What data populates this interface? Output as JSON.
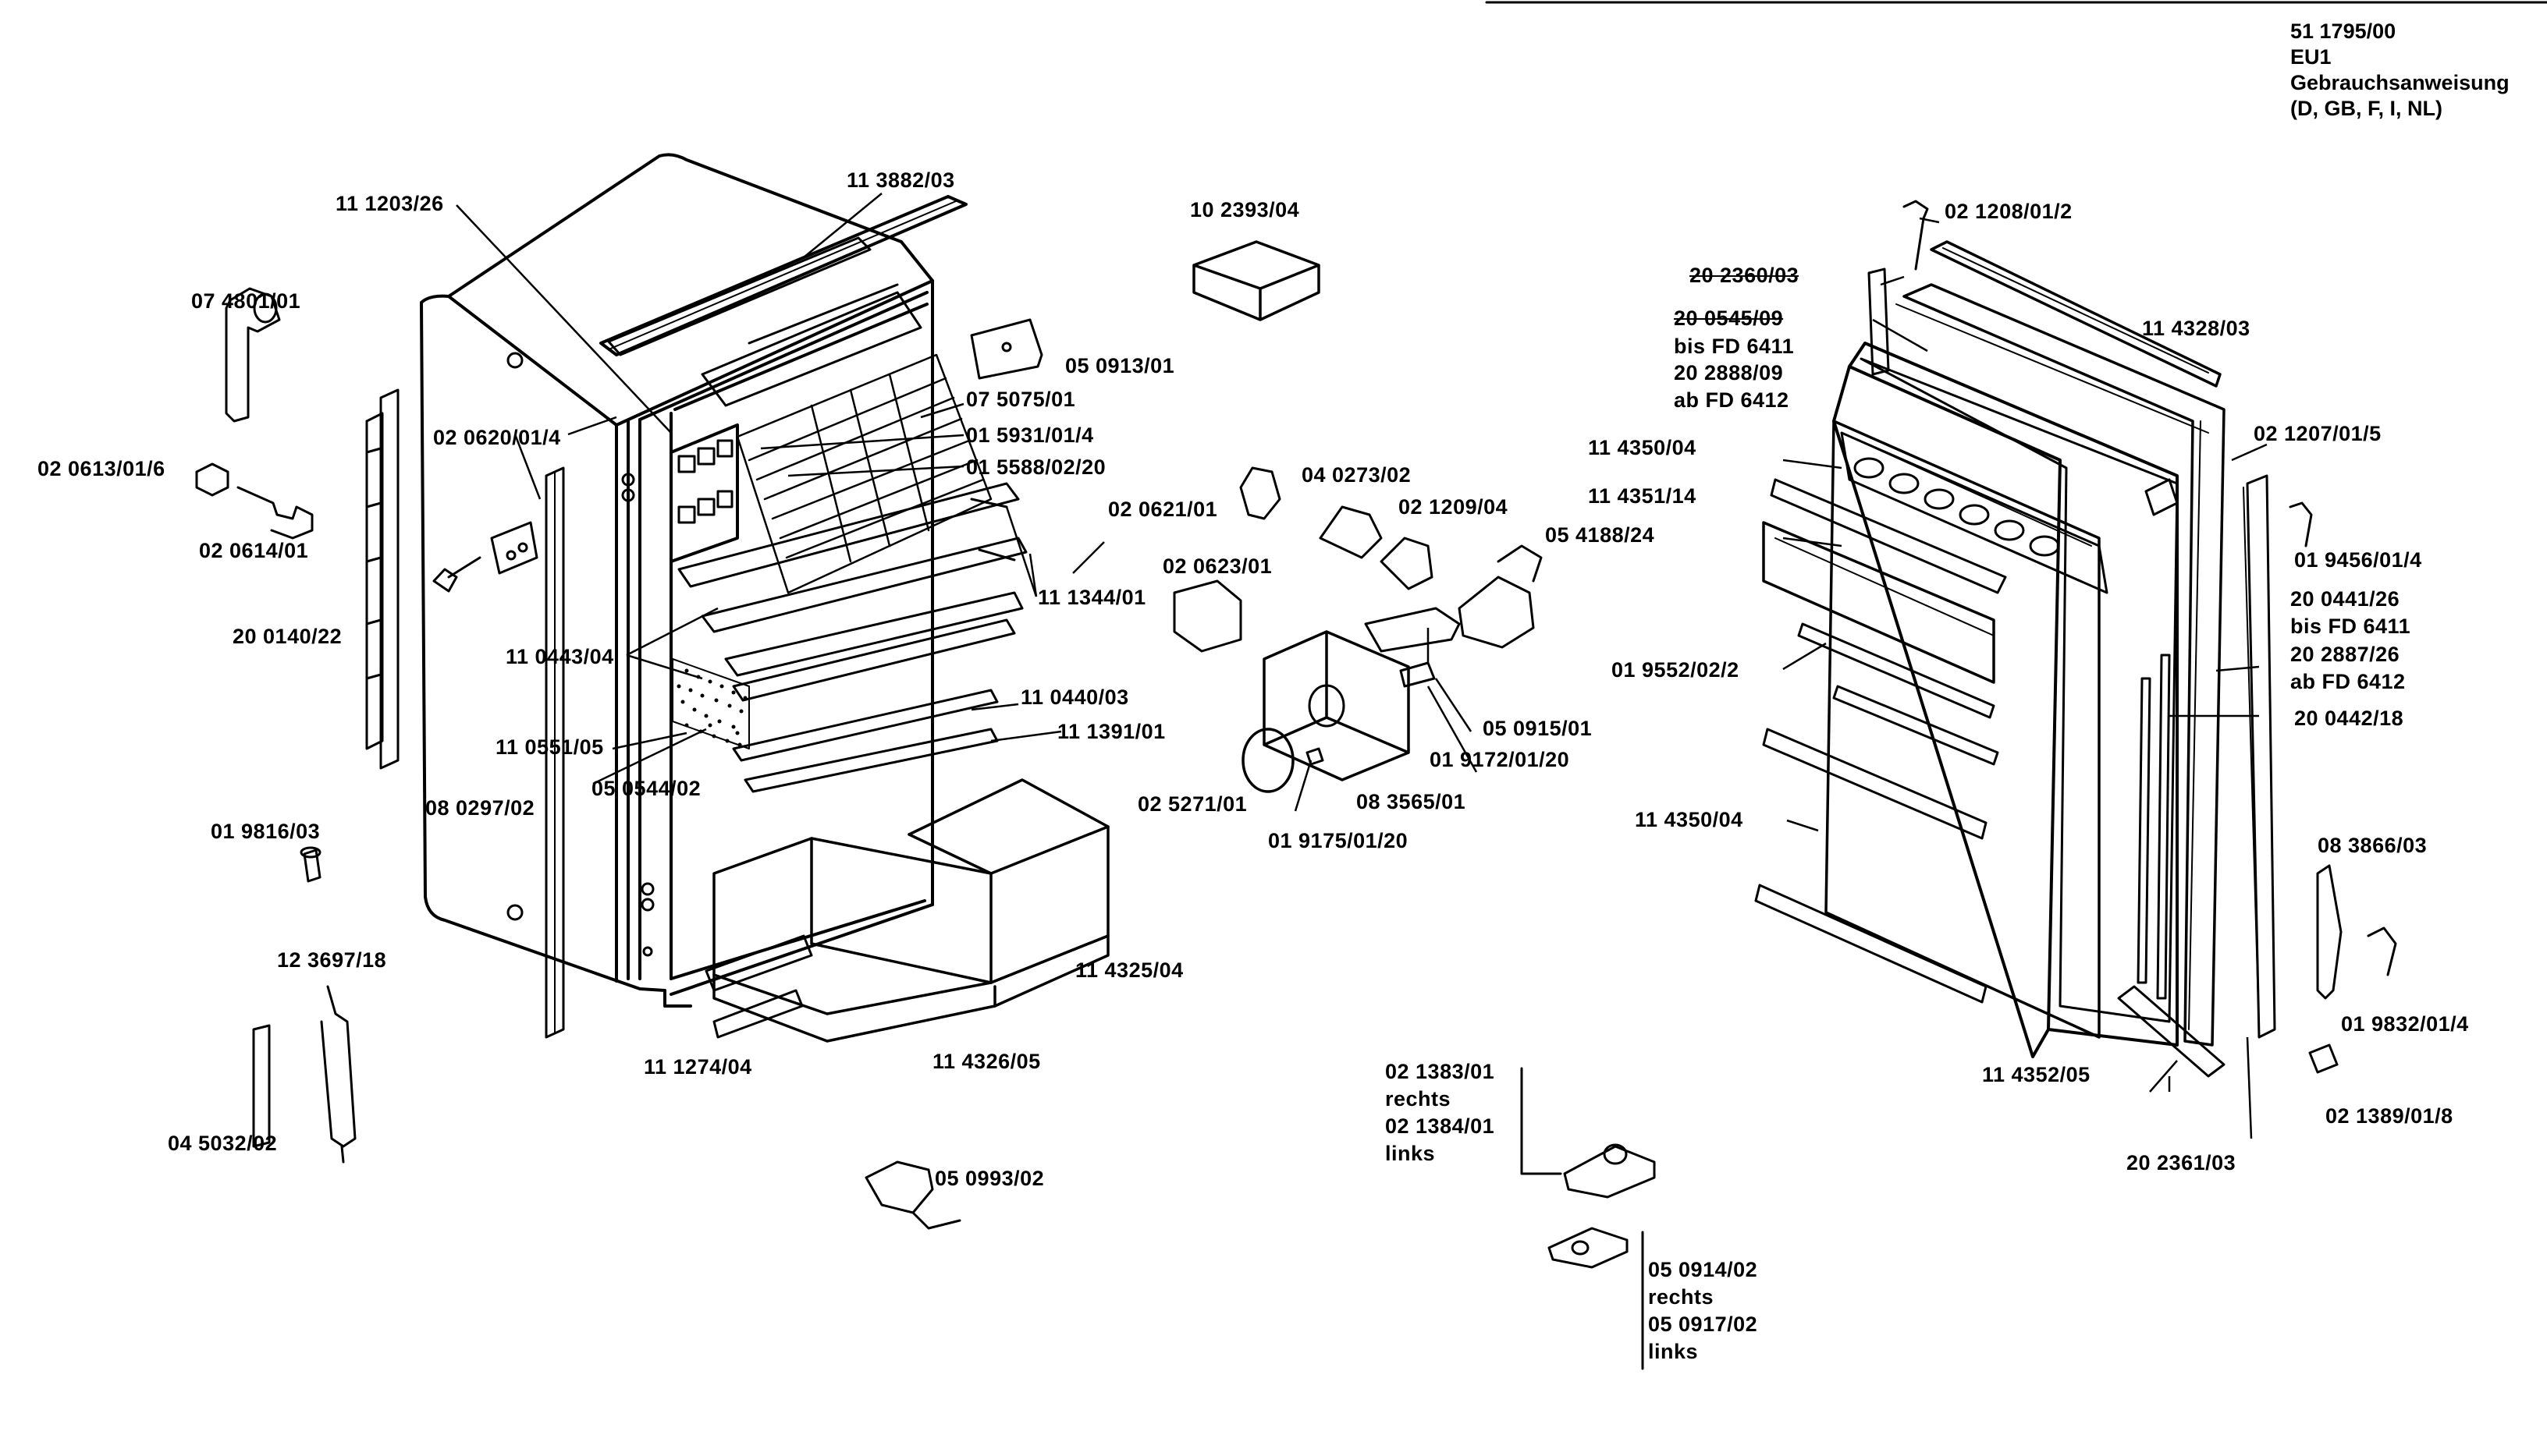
{
  "document": {
    "number": "51 1795/00",
    "variant": "EU1",
    "manual": "Gebrauchsanweisung",
    "languages": "(D, GB, F, I, NL)"
  },
  "parts": {
    "p_113882": "11 3882/03",
    "p_111203": "11 1203/26",
    "p_074801": "07 4801/01",
    "p_020613": "02 0613/01/6",
    "p_020614": "02 0614/01",
    "p_020620": "02 0620/01/4",
    "p_200140": "20 0140/22",
    "p_110443": "11 0443/04",
    "p_110551": "11 0551/05",
    "p_050544": "05 0544/02",
    "p_080297": "08 0297/02",
    "p_019816": "01 9816/03",
    "p_123697": "12 3697/18",
    "p_045032": "04 5032/02",
    "p_111274": "11 1274/04",
    "p_114326": "11 4326/05",
    "p_114325": "11 4325/04",
    "p_111391": "11 1391/01",
    "p_110440": "11 0440/03",
    "p_111344": "11 1344/01",
    "p_050993": "05 0993/02",
    "p_102393": "10 2393/04",
    "p_050913": "05 0913/01",
    "p_075075": "07 5075/01",
    "p_015931": "01 5931/01/4",
    "p_015588": "01 5588/02/20",
    "p_020621": "02 0621/01",
    "p_040273": "04 0273/02",
    "p_021209": "02 1209/04",
    "p_054188": "05 4188/24",
    "p_020623": "02 0623/01",
    "p_050915": "05 0915/01",
    "p_019172": "01 9172/01/20",
    "p_083565": "08 3565/01",
    "p_025271": "02 5271/01",
    "p_019175": "01 9175/01/20",
    "p_021383": "02 1383/01",
    "rechts_a": "rechts",
    "p_021384": "02 1384/01",
    "links_a": "links",
    "p_050914": "05 0914/02",
    "rechts_b": "rechts",
    "p_050917": "05 0917/02",
    "links_b": "links",
    "p_021208": "02 1208/01/2",
    "p_202360": "20 2360/03",
    "p_200545": "20 0545/09",
    "bis_a": "bis FD 6411",
    "p_202888": "20 2888/09",
    "ab_a": "ab FD 6412",
    "p_114328": "11 4328/03",
    "p_114350a": "11 4350/04",
    "p_114351": "11 4351/14",
    "p_019552": "01 9552/02/2",
    "p_114350b": "11 4350/04",
    "p_021207": "02 1207/01/5",
    "p_019456": "01 9456/01/4",
    "p_200441": "20 0441/26",
    "bis_b": "bis FD 6411",
    "p_202887": "20 2887/26",
    "ab_b": "ab FD 6412",
    "p_200442": "20 0442/18",
    "p_083866": "08 3866/03",
    "p_019832": "01 9832/01/4",
    "p_021389": "02 1389/01/8",
    "p_114352": "11 4352/05",
    "p_202361": "20 2361/03"
  }
}
